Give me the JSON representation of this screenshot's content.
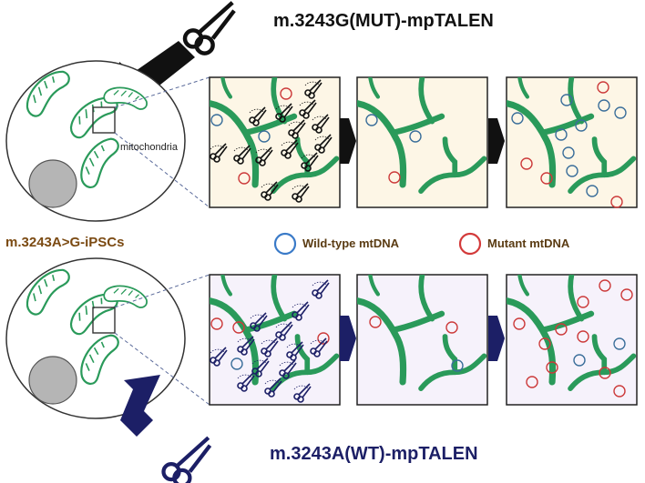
{
  "title_top": "m.3243G(MUT)-mpTALEN",
  "title_bottom": "m.3243A(WT)-mpTALEN",
  "cell_label": "m.3243A>G-iPSCs",
  "mito_label": "mitochondria",
  "legend": {
    "wild_type": "Wild-type mtDNA",
    "mutant": "Mutant mtDNA"
  },
  "colors": {
    "wild_type_circle": "#3a6e9a",
    "mutant_circle": "#cc3a3a",
    "mitochondria": "#2a9a5a",
    "panel_top_bg": "#fdf6e6",
    "panel_bottom_bg": "#f6f2fb",
    "arrow_top": "#111111",
    "arrow_bottom": "#1c1f66"
  },
  "icons": [
    "scissors-icon",
    "arrow-icon"
  ]
}
